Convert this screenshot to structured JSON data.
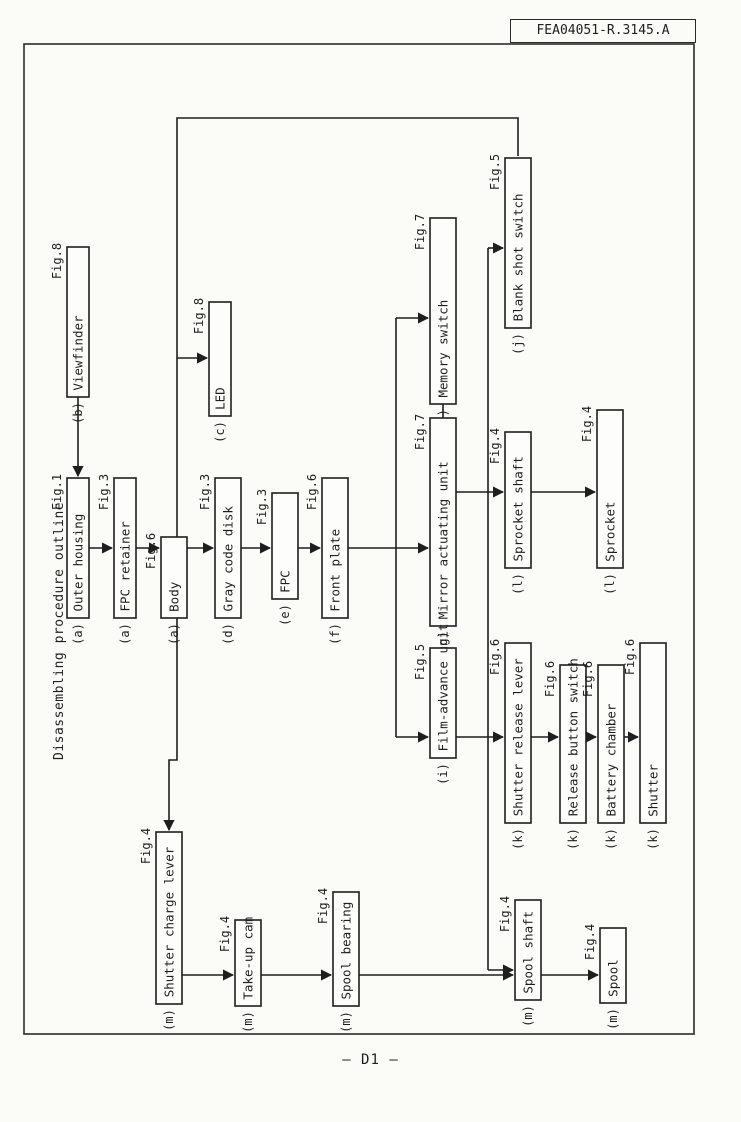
{
  "header": {
    "doc_code": "FEA04051-R.3145.A"
  },
  "title": "Disassembling procedure outline",
  "footer": {
    "page_number": "— D1 —"
  },
  "steps": [
    {
      "id": "viewfinder",
      "letter": "(b)",
      "label": "Viewfinder",
      "fig": "Fig.8"
    },
    {
      "id": "outer-housing",
      "letter": "(a)",
      "label": "Outer housing",
      "fig": "Fig.1"
    },
    {
      "id": "fpc-retainer",
      "letter": "(a)",
      "label": "FPC retainer",
      "fig": "Fig.3"
    },
    {
      "id": "body",
      "letter": "(a)",
      "label": "Body",
      "fig": "Fig.6"
    },
    {
      "id": "led",
      "letter": "(c)",
      "label": "LED",
      "fig": "Fig.8"
    },
    {
      "id": "gray-code-disk",
      "letter": "(d)",
      "label": "Gray code disk",
      "fig": "Fig.3"
    },
    {
      "id": "fpc",
      "letter": "(e)",
      "label": "FPC",
      "fig": "Fig.3"
    },
    {
      "id": "front-plate",
      "letter": "(f)",
      "label": "Front plate",
      "fig": "Fig.6"
    },
    {
      "id": "memory-switch",
      "letter": "(h)",
      "label": "Memory switch",
      "fig": "Fig.7"
    },
    {
      "id": "mirror-actuating-unit",
      "letter": "(g)",
      "label": "Mirror actuating unit",
      "fig": "Fig.7"
    },
    {
      "id": "film-advance-unit",
      "letter": "(i)",
      "label": "Film-advance unit",
      "fig": "Fig.5"
    },
    {
      "id": "blank-shot-switch",
      "letter": "(j)",
      "label": "Blank shot switch",
      "fig": "Fig.5"
    },
    {
      "id": "sprocket-shaft",
      "letter": "(l)",
      "label": "Sprocket shaft",
      "fig": "Fig.4"
    },
    {
      "id": "sprocket",
      "letter": "(l)",
      "label": "Sprocket",
      "fig": "Fig.4"
    },
    {
      "id": "shutter-release-lever",
      "letter": "(k)",
      "label": "Shutter release lever",
      "fig": "Fig.6"
    },
    {
      "id": "release-button-switch",
      "letter": "(k)",
      "label": "Release button switch",
      "fig": "Fig.6"
    },
    {
      "id": "battery-chamber",
      "letter": "(k)",
      "label": "Battery chamber",
      "fig": "Fig.6"
    },
    {
      "id": "shutter",
      "letter": "(k)",
      "label": "Shutter",
      "fig": "Fig.6"
    },
    {
      "id": "shutter-charge-lever",
      "letter": "(m)",
      "label": "Shutter charge lever",
      "fig": "Fig.4"
    },
    {
      "id": "take-up-cam",
      "letter": "(m)",
      "label": "Take-up cam",
      "fig": "Fig.4"
    },
    {
      "id": "spool-bearing",
      "letter": "(m)",
      "label": "Spool bearing",
      "fig": "Fig.4"
    },
    {
      "id": "spool-shaft",
      "letter": "(m)",
      "label": "Spool shaft",
      "fig": "Fig.4"
    },
    {
      "id": "spool",
      "letter": "(m)",
      "label": "Spool",
      "fig": "Fig.4"
    }
  ]
}
